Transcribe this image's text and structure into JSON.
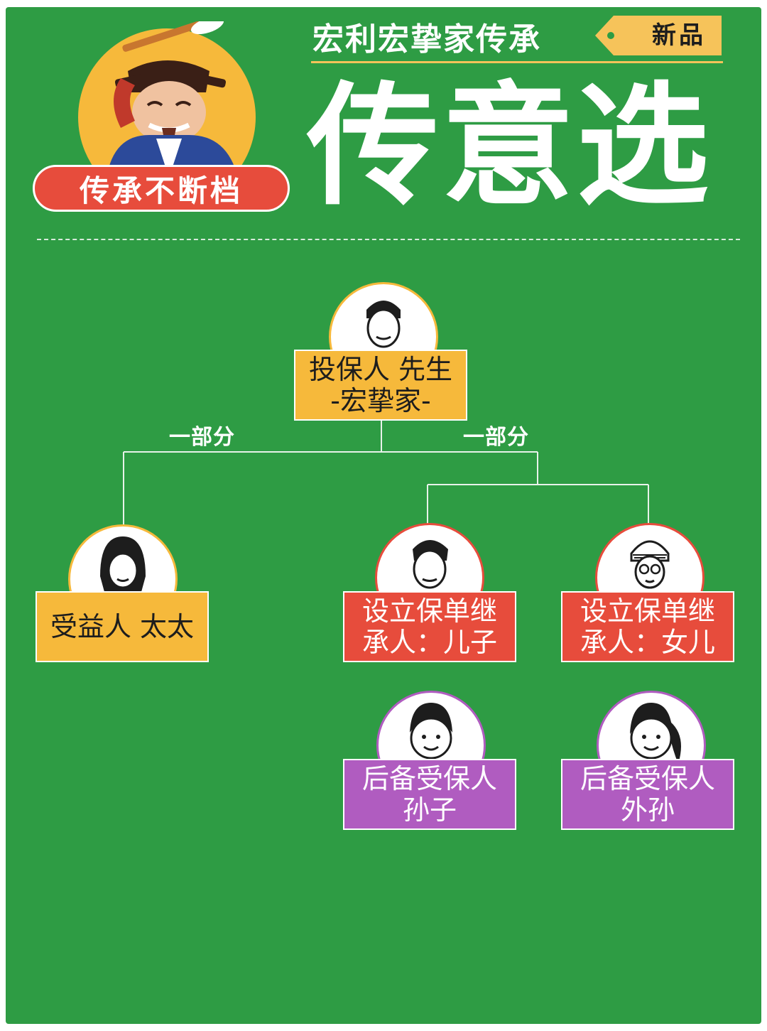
{
  "header": {
    "badge_text": "传承不断档",
    "subtitle": "宏利宏挚家传承",
    "tag": "新品",
    "main_title": "传意选"
  },
  "colors": {
    "background": "#2e9c44",
    "orange": "#f6b93b",
    "red": "#e74c3c",
    "purple": "#b05cc0"
  },
  "tree": {
    "edge_left_label": "一部分",
    "edge_right_label": "一部分",
    "policyholder": {
      "line1": "投保人 先生",
      "line2": "-宏挚家-"
    },
    "beneficiary": {
      "line1": "受益人 太太"
    },
    "heir_son": {
      "line1": "设立保单继",
      "line2": "承人：儿子"
    },
    "heir_daughter": {
      "line1": "设立保单继",
      "line2": "承人：女儿"
    },
    "backup_grandson": {
      "line1": "后备受保人",
      "line2": "孙子"
    },
    "backup_grandchild_daughter": {
      "line1": "后备受保人",
      "line2": "外孙"
    }
  }
}
